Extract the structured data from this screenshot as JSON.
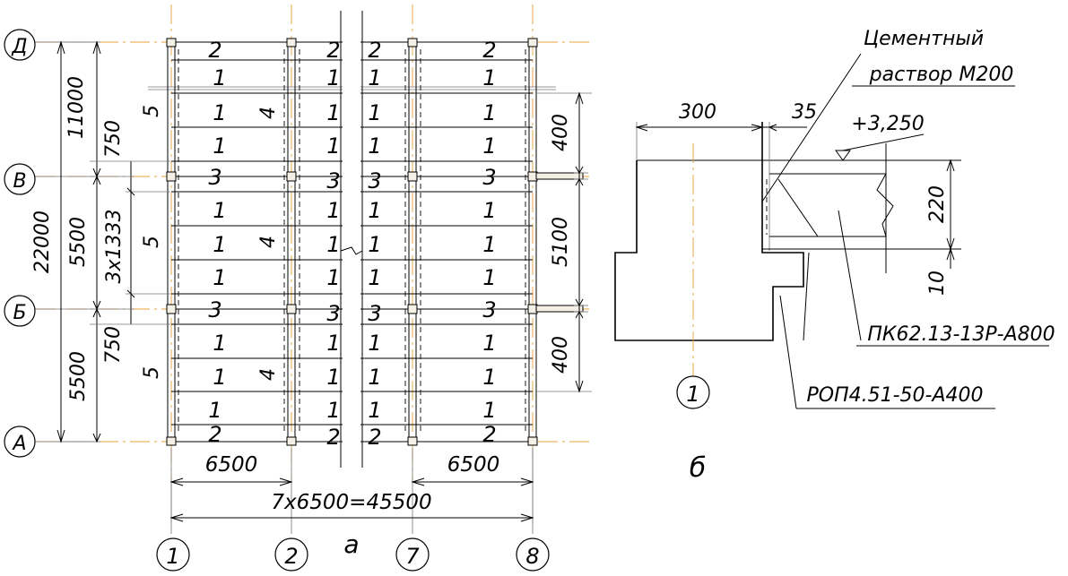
{
  "plan": {
    "sheet_label": "а",
    "row_axes": [
      "Д",
      "В",
      "Б",
      "А"
    ],
    "col_axes": [
      "1",
      "2",
      "7",
      "8"
    ],
    "left_dims": {
      "d_11000": "11000",
      "d_22000": "22000",
      "d_5500_top": "5500",
      "d_5500_bot": "5500",
      "d_750_top": "750",
      "d_750_bot": "750",
      "d_3x1333": "3х1333"
    },
    "right_dims": {
      "d_400_top": "400",
      "d_5100": "5100",
      "d_400_bot": "400"
    },
    "bottom_dims": {
      "d_6500_left": "6500",
      "d_6500_right": "6500",
      "d_total": "7х6500=45500"
    },
    "marks": {
      "slab": "1",
      "edge_slab": "2",
      "tie_slab": "3",
      "beam": "4",
      "crossbar": "5"
    }
  },
  "detail": {
    "sheet_label": "б",
    "axis": "1",
    "dim_300": "300",
    "dim_35": "35",
    "dim_220": "220",
    "dim_10": "10",
    "elevation": "+3,250",
    "mortar_line1": "Цементный",
    "mortar_line2": "раствор М200",
    "slab_mark": "ПК62.13-13Р-А800",
    "crossbar_mark": "РОП4.51-50-А400"
  }
}
